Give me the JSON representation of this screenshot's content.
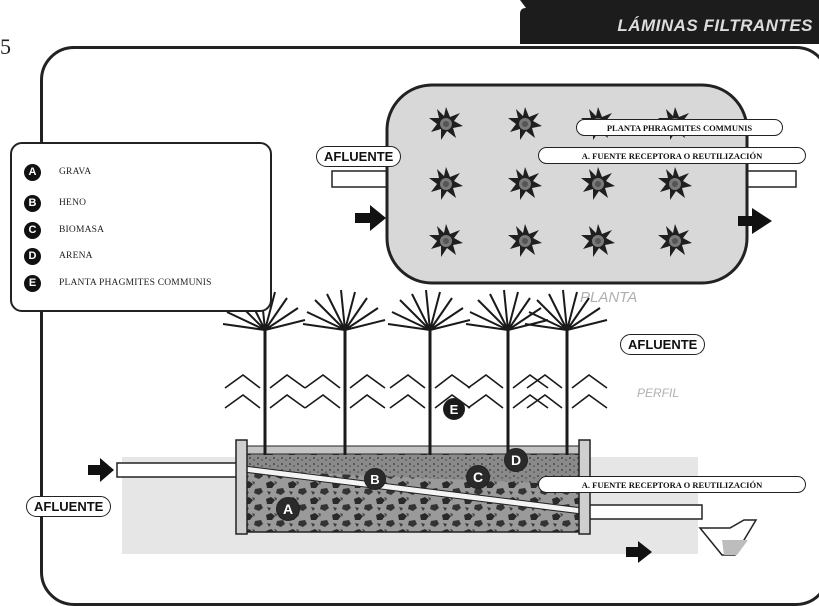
{
  "page": {
    "number": "5",
    "section_title": "LÁMINAS FILTRANTES"
  },
  "legend": {
    "items": [
      {
        "letter": "A",
        "label": "GRAVA"
      },
      {
        "letter": "B",
        "label": "HENO"
      },
      {
        "letter": "C",
        "label": "BIOMASA"
      },
      {
        "letter": "D",
        "label": "ARENA"
      },
      {
        "letter": "E",
        "label": "PLANTA PHAGMITES COMMUNIS"
      }
    ]
  },
  "plan_view": {
    "caption": "PLANTA",
    "inflow_label": "AFLUENTE",
    "plant_label": "PLANTA PHRAGMITES COMMUNIS",
    "outflow_label": "A. FUENTE RECEPTORA O REUTILIZACIÓN"
  },
  "profile_view": {
    "caption": "PERFIL",
    "top_label": "AFLUENTE",
    "inflow_label": "AFLUENTE",
    "outflow_label": "A. FUENTE RECEPTORA O REUTILIZACIÓN",
    "layer_markers": [
      "A",
      "B",
      "C",
      "D",
      "E"
    ]
  },
  "colors": {
    "ink": "#111111",
    "basin_fill": "#d8d8d8",
    "ground_fill": "#e6e6e6",
    "banner": "#1c1c1c"
  }
}
